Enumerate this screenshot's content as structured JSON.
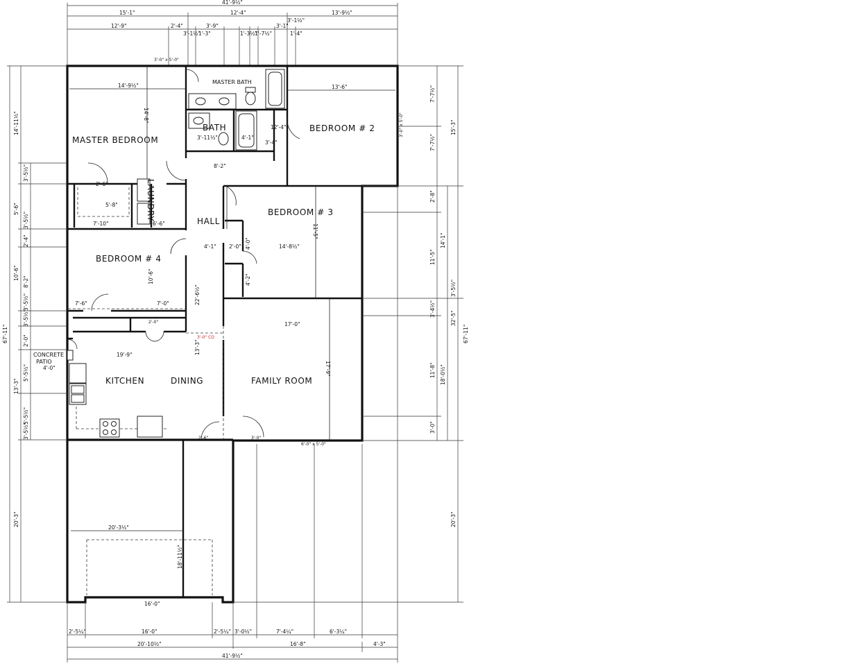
{
  "rooms": {
    "master_bedroom": "MASTER BEDROOM",
    "master_bath": "MASTER BATH",
    "bath": "BATH",
    "bedroom2": "BEDROOM # 2",
    "bedroom3": "BEDROOM # 3",
    "bedroom4": "BEDROOM # 4",
    "laundry": "LAUNDRY",
    "hall": "HALL",
    "kitchen": "KITCHEN",
    "dining": "DINING",
    "family_room": "FAMILY ROOM",
    "patio_line1": "CONCRETE",
    "patio_line2": "PATIO"
  },
  "dims": {
    "overall_top": "41'-9½\"",
    "top_a": "15'-1\"",
    "top_b": "12'-4\"",
    "top_c": "13'-9½\"",
    "top2_a": "12'-9\"",
    "top2_b": "2'-4\"",
    "top2_c": "3'-9\"",
    "top2_d": "3'-1\"",
    "top2_e": "1'-4\"",
    "top2_f": "3'-1½\"",
    "top2_g": "1'-3\"",
    "top2_h": "1'-3½\"",
    "top2_i": "1'-7½\"",
    "top2_j": "3'-1½\"",
    "win_top": "3'-0\" x 5'-0\"",
    "mb_width": "14'-9½\"",
    "mb_height": "14'-8\"",
    "b2_width": "13'-6\"",
    "b2_a": "12'-4\"",
    "b2_b": "3'-4\"",
    "bath_a": "3'-11½\"",
    "bath_b": "4'-1\"",
    "hall_top": "8'-2\"",
    "closet_a": "2'-6\"",
    "closet_b": "5'-8\"",
    "closet_c": "7'-10\"",
    "laundry_w": "6'-6\"",
    "hall_len": "22'-6½\"",
    "hall_w": "4'-1\"",
    "b3_width": "14'-8½\"",
    "b3_height": "11'-5\"",
    "b3_closet_a": "2'-0\"",
    "b3_closet_b": "4'-0\"",
    "b3_closet_c": "4'-2\"",
    "b4_height": "10'-6\"",
    "b4_a": "7'-6\"",
    "b4_b": "7'-0\"",
    "fam_width": "17'-0\"",
    "fam_height": "17'-9\"",
    "kit_width": "19'-9\"",
    "patio_w": "4'-0\"",
    "garage_w": "20'-3½\"",
    "garage_h": "18'-11½\"",
    "garage_door": "16'-0\"",
    "door_a": "2'-6\"",
    "door_b": "3'-0\"",
    "door_c": "6'-0\" x 5'-0\"",
    "kit_dim": "13'-3\"",
    "dash_note": "2'-0\"",
    "red_note": "3'-0\" CO",
    "left_overall": "67'-11\"",
    "left_a": "14'-11½\"",
    "left_b": "3'-5½\"",
    "left_c": "5'-6\"",
    "left_d": "3'-5½\"",
    "left_e": "2'-4\"",
    "left_f": "10'-6\"",
    "left_g": "8'-2\"",
    "left_h": "3'-5½\"",
    "left_i": "3'-5½\"",
    "left_j": "2'-0\"",
    "left_k": "13'-3\"",
    "left_l": "5'-5½\"",
    "left_m": "5'-5½\"",
    "left_n": "3'-5½\"",
    "left_o": "20'-3\"",
    "right_overall": "67'-11\"",
    "right_a": "7'-7½\"",
    "right_b": "7'-7½\"",
    "right_c": "15'-3\"",
    "right_d": "2'-8\"",
    "right_e": "14'-1\"",
    "right_f": "11'-5\"",
    "right_g": "3'-5½\"",
    "right_h": "32'-5\"",
    "right_i": "3'-4½\"",
    "right_j": "11'-8\"",
    "right_k": "18'-0½\"",
    "right_l": "3'-0\"",
    "right_m": "20'-3\"",
    "win_right": "3'-0\" x 5'-0\"",
    "bot_a": "2'-5¼\"",
    "bot_b": "16'-0\"",
    "bot_c": "2'-5¼\"",
    "bot_d": "3'-0½\"",
    "bot_e": "7'-4¼\"",
    "bot_f": "6'-3¼\"",
    "bot2_a": "20'-10½\"",
    "bot2_b": "16'-8\"",
    "bot2_c": "4'-3\"",
    "overall_bottom": "41'-9½\""
  }
}
